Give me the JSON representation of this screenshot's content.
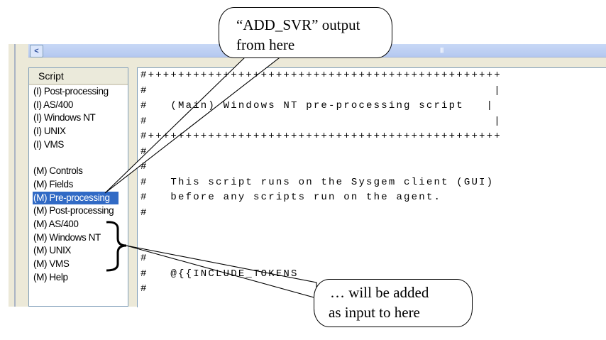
{
  "list": {
    "header": "Script",
    "items": [
      {
        "label": "(I) Post-processing"
      },
      {
        "label": "(I) AS/400"
      },
      {
        "label": "(I) Windows NT"
      },
      {
        "label": "(I) UNIX"
      },
      {
        "label": "(I) VMS"
      },
      {
        "label": ""
      },
      {
        "label": "(M) Controls"
      },
      {
        "label": "(M) Fields"
      },
      {
        "label": "(M) Pre-processing",
        "selected": true
      },
      {
        "label": "(M) Post-processing"
      },
      {
        "label": "(M) AS/400"
      },
      {
        "label": "(M) Windows NT"
      },
      {
        "label": "(M) UNIX"
      },
      {
        "label": "(M) VMS"
      },
      {
        "label": "(M) Help"
      }
    ]
  },
  "editor": {
    "lines": [
      "#+++++++++++++++++++++++++++++++++++++++++++++++",
      "#                                              |",
      "#   (Main) Windows NT pre-processing script   |",
      "#                                              |",
      "#+++++++++++++++++++++++++++++++++++++++++++++++",
      "#",
      "#",
      "#   This script runs on the Sysgem client (GUI)",
      "#   before any scripts run on the agent.",
      "#",
      "",
      "",
      "#",
      "#   @{{INCLUDE_TOKENS",
      "#"
    ]
  },
  "callouts": {
    "top_line1": "“ADD_SVR” output",
    "top_line2": "from here",
    "bottom_line1": "… will be added",
    "bottom_line2": "as input to here"
  },
  "scroll_left_icon": "chevron-left-icon"
}
